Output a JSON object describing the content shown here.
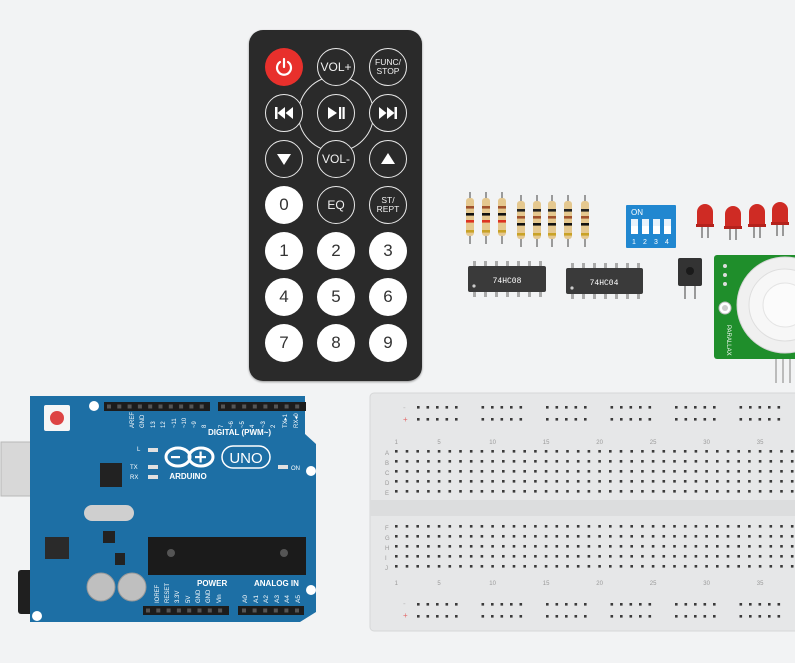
{
  "remote": {
    "buttons": [
      {
        "label": "",
        "icon": "power-icon"
      },
      {
        "label": "VOL+"
      },
      {
        "label": "FUNC/\nSTOP"
      },
      {
        "label": "",
        "icon": "skip-back-icon"
      },
      {
        "label": "",
        "icon": "play-pause-icon"
      },
      {
        "label": "",
        "icon": "skip-forward-icon"
      },
      {
        "label": "",
        "icon": "down-arrow-icon"
      },
      {
        "label": "VOL-"
      },
      {
        "label": "",
        "icon": "up-arrow-icon"
      },
      {
        "label": "0"
      },
      {
        "label": "EQ"
      },
      {
        "label": "ST/\nREPT"
      },
      {
        "label": "1"
      },
      {
        "label": "2"
      },
      {
        "label": "3"
      },
      {
        "label": "4"
      },
      {
        "label": "5"
      },
      {
        "label": "6"
      },
      {
        "label": "7"
      },
      {
        "label": "8"
      },
      {
        "label": "9"
      }
    ]
  },
  "components": {
    "dip_switch": {
      "label": "ON",
      "numbers": [
        "1",
        "2",
        "3",
        "4"
      ]
    },
    "chip_1": {
      "label": "74HC08"
    },
    "chip_2": {
      "label": "74HC04"
    },
    "pir": {
      "label": "PARALLAX"
    }
  },
  "arduino": {
    "logo": "ARDUINO",
    "model": "UNO",
    "digital_label": "DIGITAL (PWM~)",
    "power_label": "POWER",
    "analog_label": "ANALOG IN",
    "on_label": "ON",
    "led_labels": [
      "L",
      "TX",
      "RX"
    ],
    "top_pins": [
      "AREF",
      "GND",
      "13",
      "12",
      "~11",
      "~10",
      "~9",
      "8",
      "7",
      "~6",
      "~5",
      "4",
      "~3",
      "2",
      "TX▸1",
      "RX◂0"
    ],
    "power_pins": [
      "IOREF",
      "RESET",
      "3.3V",
      "5V",
      "GND",
      "GND",
      "Vin"
    ],
    "analog_pins": [
      "A0",
      "A1",
      "A2",
      "A3",
      "A4",
      "A5"
    ]
  },
  "breadboard": {
    "col_numbers": [
      "1",
      "5",
      "10",
      "15",
      "20",
      "25",
      "30",
      "35"
    ],
    "rows_top": [
      "A",
      "B",
      "C",
      "D",
      "E"
    ],
    "rows_bottom": [
      "F",
      "G",
      "H",
      "I",
      "J"
    ],
    "rail_minus": "-",
    "rail_plus": "+"
  },
  "colors": {
    "remote_body": "#2a2a2a",
    "power_button": "#e8302c",
    "arduino_blue": "#1d6fa5",
    "dip_blue": "#2187d0",
    "led_red": "#cf2b24",
    "pir_green": "#1f8e2b",
    "breadboard": "#e6e7e8"
  }
}
